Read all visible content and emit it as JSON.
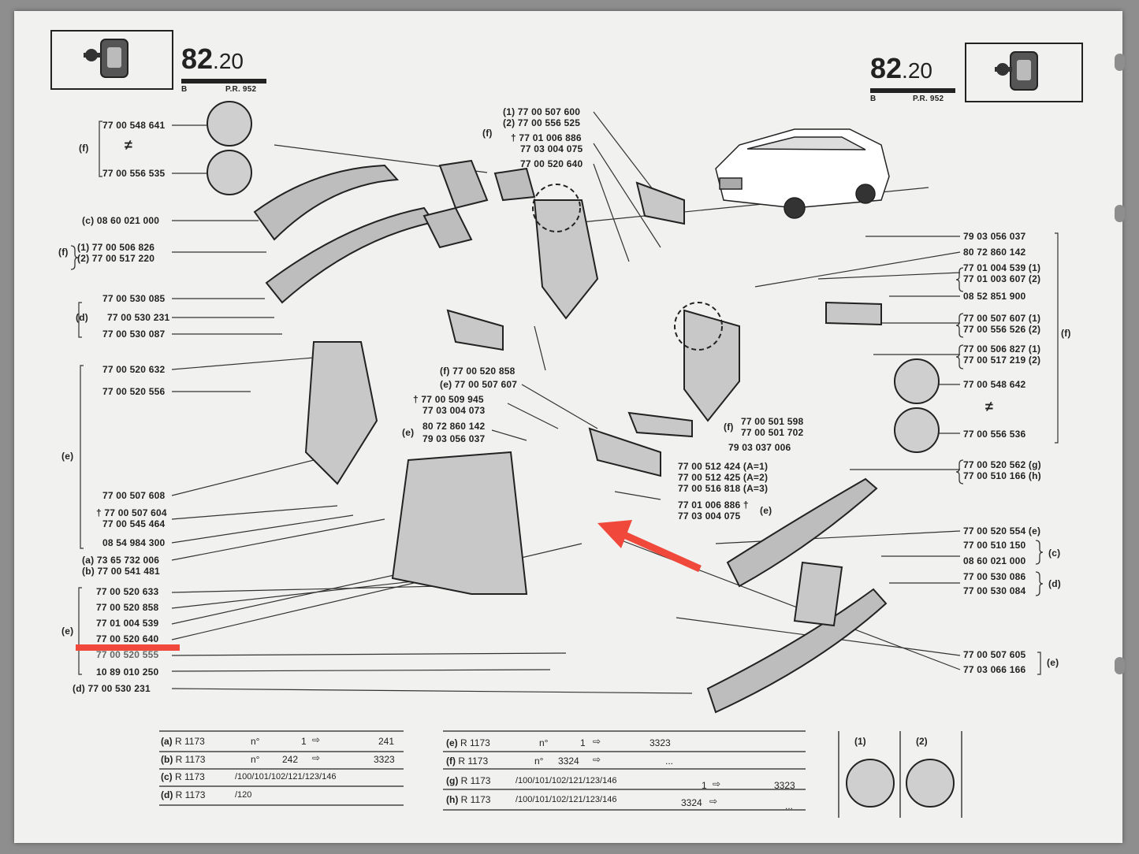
{
  "header": {
    "ref_left": "82",
    "ref_left_sub": ".20",
    "ref_left_b": "B",
    "ref_left_pr": "P.R. 952",
    "ref_right": "82",
    "ref_right_sub": ".20",
    "ref_right_b": "B",
    "ref_right_pr": "P.R. 952"
  },
  "left_labels": [
    {
      "q": "(f)",
      "text": "77 00 548 641"
    },
    {
      "text": "77 00 556 535"
    },
    {
      "q": "(c)",
      "text": "08 60 021 000"
    },
    {
      "q": "(f)",
      "text": "(1) 77 00 506 826"
    },
    {
      "text": "(2) 77 00 517 220"
    },
    {
      "q": "(d)",
      "text": "77 00 530 085"
    },
    {
      "text": "77 00 530 231"
    },
    {
      "text": "77 00 530 087"
    },
    {
      "text": "77 00 520 632"
    },
    {
      "text": "77 00 520 556"
    },
    {
      "q": "(e)",
      "text": "77 00 507 608"
    },
    {
      "text": "† 77 00 507 604"
    },
    {
      "text": "77 00 545 464"
    },
    {
      "text": "08 54 984 300"
    },
    {
      "q": "(a)",
      "text": "73 65 732 006"
    },
    {
      "q": "(b)",
      "text": "77 00 541 481"
    },
    {
      "text": "77 00 520 633"
    },
    {
      "text": "77 00 520 858"
    },
    {
      "text": "77 01 004 539"
    },
    {
      "text": "77 00 520 640"
    },
    {
      "text": "77 00 520 555"
    },
    {
      "text": "10 89 010 250"
    },
    {
      "q": "(d)",
      "text": "77 00 530 231"
    }
  ],
  "top_labels": [
    {
      "text": "(1) 77 00 507 600"
    },
    {
      "text": "(2) 77 00 556 525"
    },
    {
      "text": "† 77 01 006 886"
    },
    {
      "text": "77 03 004 075"
    },
    {
      "text": "77 00 520 640"
    }
  ],
  "mid_labels": [
    {
      "text": "(f) 77 00 520 858"
    },
    {
      "text": "(e) 77 00 507 607"
    },
    {
      "text": "† 77 00 509 945"
    },
    {
      "text": "77 03 004 073"
    },
    {
      "text": "80 72 860 142"
    },
    {
      "text": "79 03 056 037"
    },
    {
      "text": "77 00 512 424 (A=1)"
    },
    {
      "text": "77 00 512 425 (A=2)"
    },
    {
      "text": "77 00 516 818 (A=3)"
    },
    {
      "text": "77 01 006 886 †"
    },
    {
      "text": "77 03 004 075"
    },
    {
      "text": "77 00 501 598"
    },
    {
      "text": "77 00 501 702"
    },
    {
      "text": "79 03 037 006"
    }
  ],
  "right_labels": [
    {
      "text": "79 03 056 037"
    },
    {
      "text": "80 72 860 142"
    },
    {
      "text": "77 01 004 539 (1)"
    },
    {
      "text": "77 01 003 607 (2)"
    },
    {
      "text": "08 52 851 900"
    },
    {
      "text": "77 00 507 607 (1)"
    },
    {
      "text": "77 00 556 526 (2)"
    },
    {
      "text": "77 00 506 827 (1)"
    },
    {
      "text": "77 00 517 219 (2)"
    },
    {
      "text": "77 00 548 642"
    },
    {
      "text": "77 00 556 536"
    },
    {
      "text": "77 00 520 562 (g)"
    },
    {
      "text": "77 00 510 166 (h)"
    },
    {
      "text": "77 00 520 554 (e)"
    },
    {
      "text": "77 00 510 150"
    },
    {
      "text": "08 60 021 000"
    },
    {
      "text": "77 00 530 086"
    },
    {
      "text": "77 00 530 084"
    },
    {
      "text": "77 00 507 605"
    },
    {
      "text": "77 03 066 166"
    }
  ],
  "footer_left": [
    {
      "key": "(a)",
      "model": "R 1173",
      "from": "1",
      "to": "241"
    },
    {
      "key": "(b)",
      "model": "R 1173",
      "from": "242",
      "to": "3323"
    },
    {
      "key": "(c)",
      "model": "R 1173",
      "variants": "/100/101/102/121/123/146"
    },
    {
      "key": "(d)",
      "model": "R 1173",
      "variants": "/120"
    }
  ],
  "footer_right": [
    {
      "key": "(e)",
      "model": "R 1173",
      "from": "1",
      "to": "3323"
    },
    {
      "key": "(f)",
      "model": "R 1173",
      "from": "3324",
      "to": "..."
    },
    {
      "key": "(g)",
      "model": "R 1173",
      "variants": "/100/101/102/121/123/146",
      "from": "1",
      "to": "3323"
    },
    {
      "key": "(h)",
      "model": "R 1173",
      "variants": "/100/101/102/121/123/146",
      "from": "3324",
      "to": "..."
    }
  ],
  "chassis_prefix": "n°",
  "legend": {
    "one": "(1)",
    "two": "(2)"
  },
  "annotation": {
    "arrow_color": "#f0483a",
    "underline_color": "#f0483a"
  }
}
